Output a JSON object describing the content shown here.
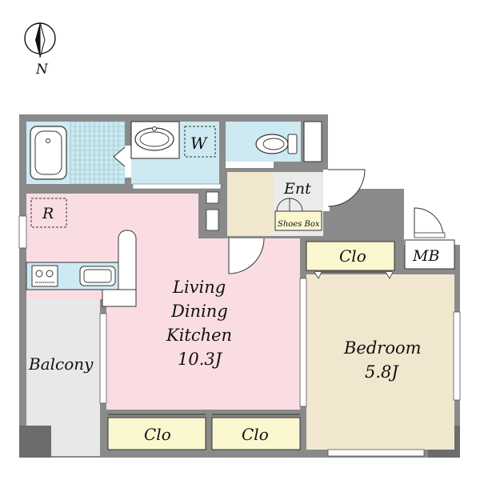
{
  "compass": {
    "label": "N"
  },
  "rooms": {
    "wash": {
      "label": "W"
    },
    "entrance": {
      "label": "Ent"
    },
    "shoes_box": {
      "label": "Shoes Box"
    },
    "fridge": {
      "label": "R"
    },
    "closet_top": {
      "label": "Clo"
    },
    "meter_box": {
      "label": "MB"
    },
    "living": {
      "line1": "Living",
      "line2": "Dining",
      "line3": "Kitchen",
      "area": "10.3J"
    },
    "bedroom": {
      "line1": "Bedroom",
      "area": "5.8J"
    },
    "balcony": {
      "label": "Balcony"
    },
    "closet_left": {
      "label": "Clo"
    },
    "closet_mid": {
      "label": "Clo"
    }
  },
  "colors": {
    "wall": "#8a8a8a",
    "living_floor": "#f9dde2",
    "bedroom_floor": "#f1e7cf",
    "closet_floor": "#fbf8cf",
    "wet_area": "#cdeaf2",
    "entrance_floor": "#ebebeb",
    "balcony_floor": "#e8e8e8"
  }
}
